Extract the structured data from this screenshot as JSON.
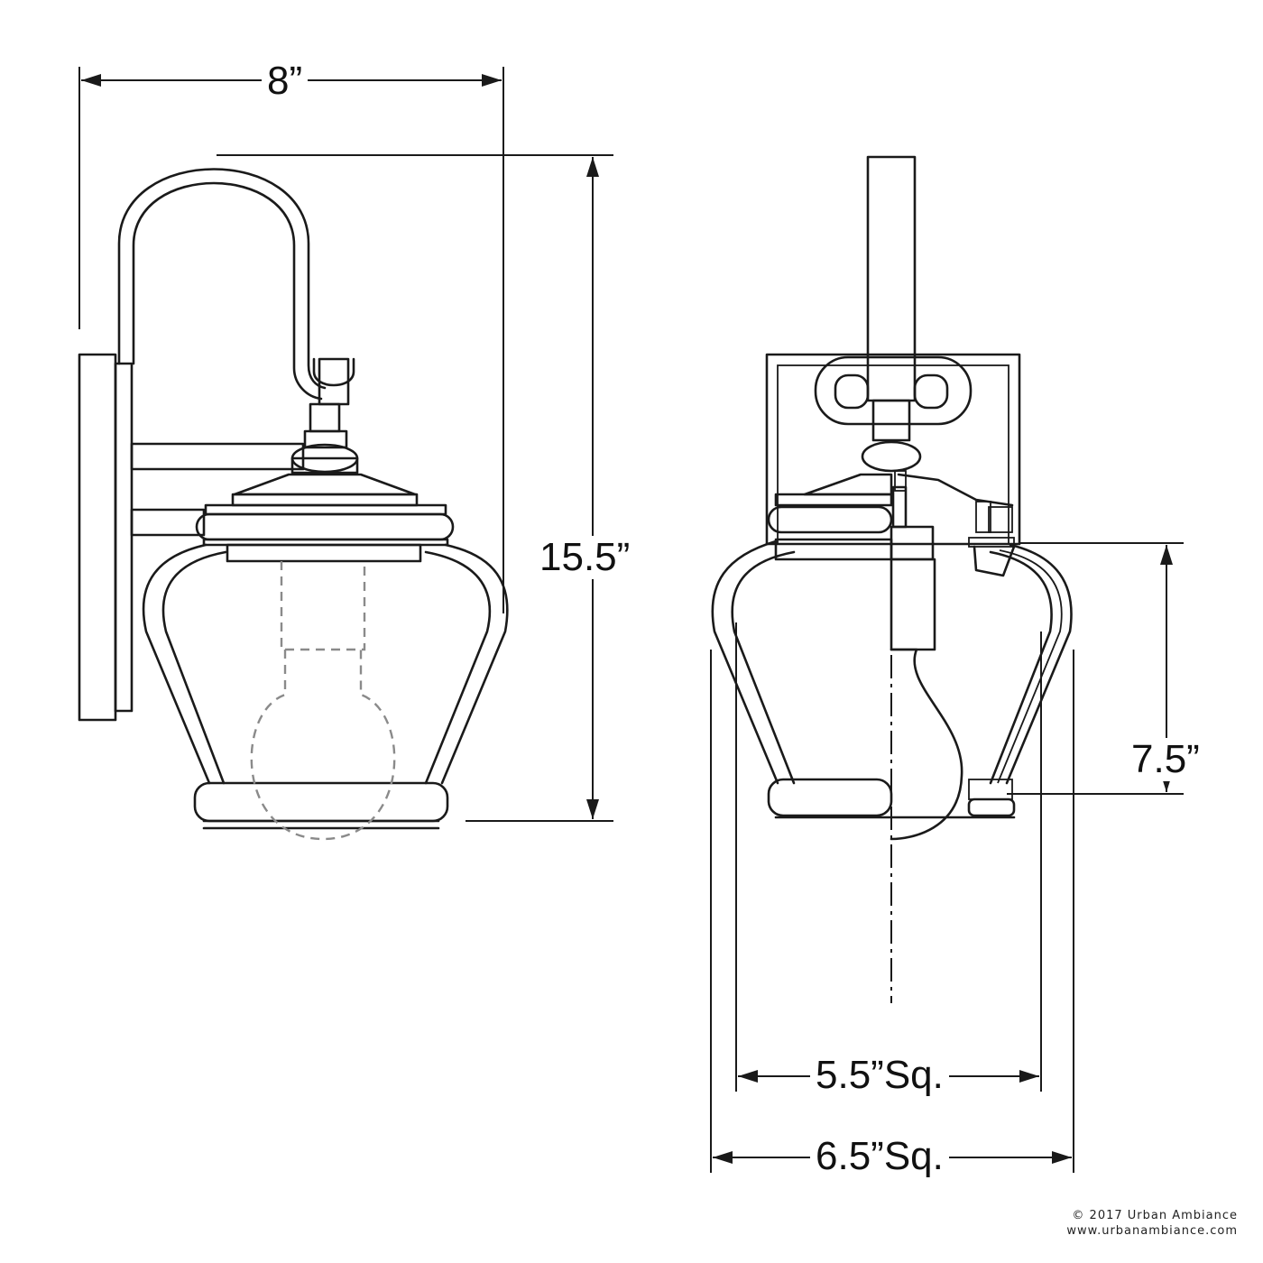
{
  "dimensions": {
    "width_top": "8”",
    "height_total": "15.5”",
    "glass_height": "7.5”",
    "body_width": "5.5”Sq.",
    "overall_width": "6.5”Sq."
  },
  "footer": {
    "copyright": "© 2017 Urban Ambiance",
    "website": "www.urbanambiance.com"
  }
}
